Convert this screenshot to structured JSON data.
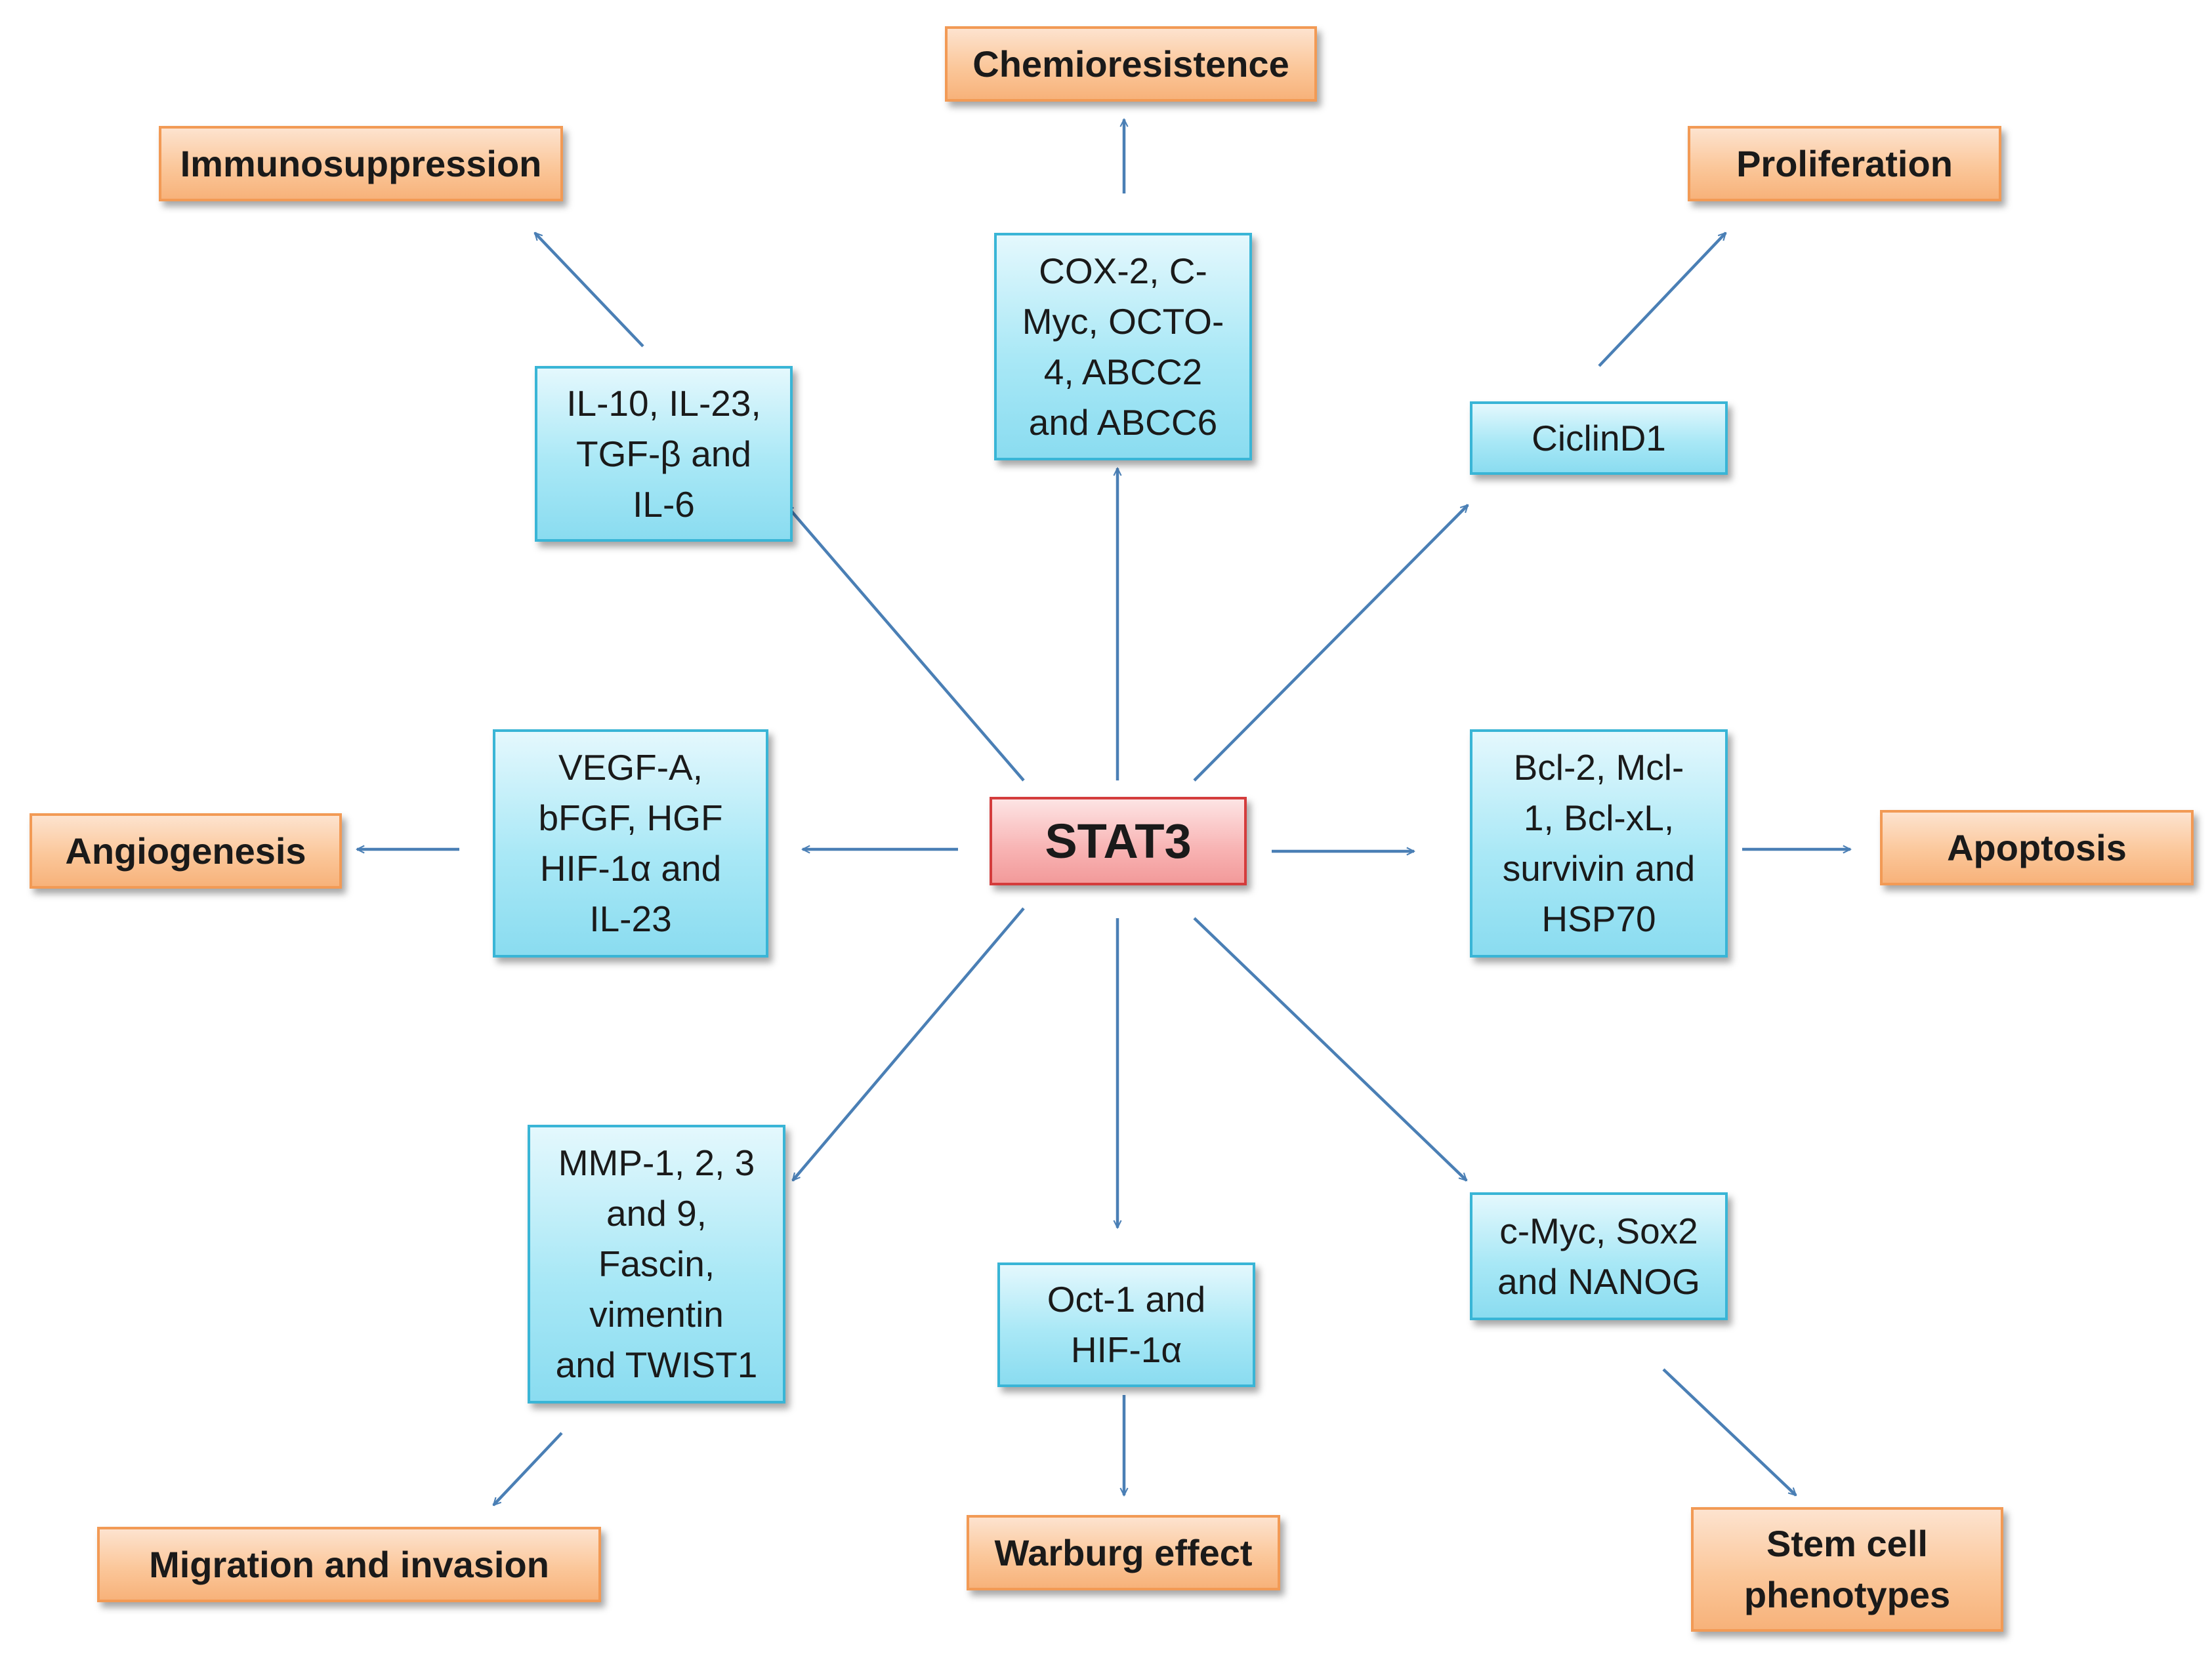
{
  "center": {
    "label": "STAT3"
  },
  "outcomes": {
    "chemoresistence": "Chemioresistence",
    "immunosuppression": "Immunosuppression",
    "proliferation": "Proliferation",
    "angiogenesis": "Angiogenesis",
    "apoptosis": "Apoptosis",
    "migration": "Migration and invasion",
    "warburg": "Warburg effect",
    "stem_cell": "Stem cell\nphenotypes"
  },
  "mediators": {
    "chemo": "COX-2, C-\nMyc, OCTO-\n4, ABCC2\nand ABCC6",
    "immuno": "IL-10, IL-23,\nTGF-β and\nIL-6",
    "prolif": "CiclinD1",
    "angio": "VEGF-A,\nbFGF, HGF\nHIF-1α  and\nIL-23",
    "apopt": "Bcl-2, Mcl-\n1, Bcl-xL,\nsurvivin and\nHSP70",
    "migr": "MMP-1, 2, 3\nand 9,\nFascin,\nvimentin\nand TWIST1",
    "warb": "Oct-1 and\nHIF-1α",
    "stem": "c-Myc, Sox2\nand NANOG"
  },
  "colors": {
    "arrow": "#4a7fb5",
    "outcome_border": "#f29a55",
    "mediator_border": "#39b5d6",
    "center_border": "#d43c3c"
  }
}
